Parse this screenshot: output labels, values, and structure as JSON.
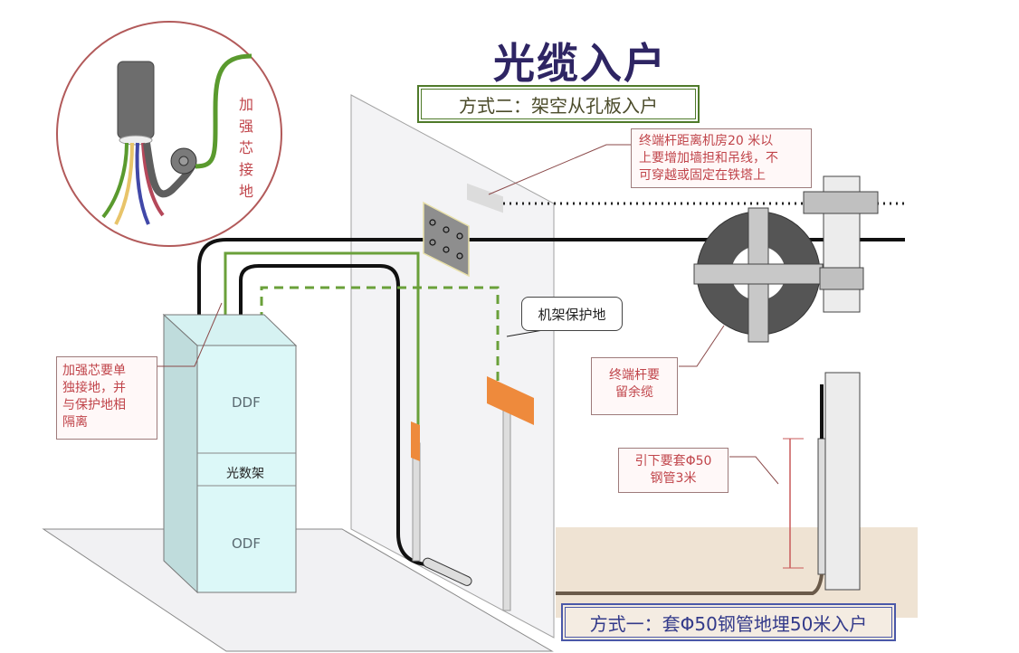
{
  "title": "光缆入户",
  "method_two": "方式二：架空从孔板入户",
  "method_one": "方式一：套Φ50钢管地埋50米入户",
  "notes": {
    "pole_distance": [
      "终端杆距离机房20 米以",
      "上要增加墙担和吊线，不",
      "可穿越或固定在铁塔上"
    ],
    "strength_core_isolation": [
      "加强芯要单",
      "独接地，并",
      "与保护地相",
      "隔离"
    ],
    "reserve_cable": [
      "终端杆要",
      "留余缆"
    ],
    "down_lead_pipe": [
      "引下要套Φ50",
      "钢管3米"
    ]
  },
  "callouts": {
    "rack_ground": "机架保护地",
    "strength_core_ground_vertical": "加强芯接地"
  },
  "rack_labels": {
    "ddf": "DDF",
    "optical_frame": "光数架",
    "odf": "ODF"
  },
  "colors": {
    "title": "#2e2563",
    "note_text": "#c0444a",
    "method_two_border": "#4f7a2a",
    "method_one_border": "#4a58a8",
    "ground_wire": "#6aa03a",
    "cable": "#111111",
    "ground_bar": "#ee8a3c",
    "soil": "#efe3d3"
  }
}
